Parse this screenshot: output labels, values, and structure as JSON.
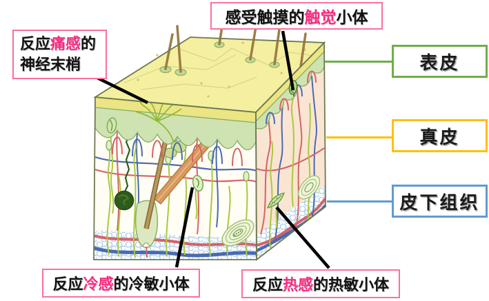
{
  "callouts": {
    "border_color": "#fb6f9f",
    "accent_color": "#f72b81",
    "touch": {
      "prefix": "感受触摸的",
      "highlight": "触觉",
      "suffix": "小体"
    },
    "pain": {
      "line1_prefix": "反应",
      "line1_highlight": "痛感",
      "line1_suffix": "的",
      "line2": "神经末梢"
    },
    "cold": {
      "prefix": "反应",
      "highlight": "冷感",
      "suffix": "的冷敏小体"
    },
    "heat": {
      "prefix": "反应",
      "highlight": "热感",
      "suffix": "的热敏小体"
    }
  },
  "layers": {
    "epidermis": {
      "label": "表皮",
      "color": "#6fae47"
    },
    "dermis": {
      "label": "真皮",
      "color": "#fdc101"
    },
    "subcutaneous": {
      "label": "皮下组织",
      "color": "#5e9bd3"
    }
  },
  "artwork_colors": {
    "skin_surface": "#f4f0a0",
    "epidermis_band": "#ece583",
    "epidermis_lower": "#cfe2b2",
    "dermis_side": "#fae5d2",
    "vessel_red": "#d66266",
    "vessel_blue": "#4a6ab0",
    "nerve_green": "#a9c93f",
    "gland_dark_green": "#2f5c1d",
    "hair_brown": "#9c7d45",
    "leader_line": "#000000"
  }
}
